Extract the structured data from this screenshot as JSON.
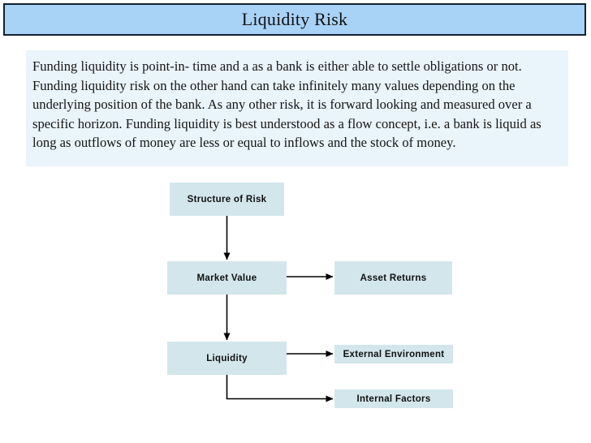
{
  "slide": {
    "title": "Liquidity Risk",
    "body_paragraph": "Funding liquidity is point-in- time and a as a bank is either able to settle obligations or not. Funding liquidity risk on the other hand can take infinitely many values depending on the underlying position of the bank. As any other risk, it is forward looking and measured over a specific horizon. Funding liquidity is best understood as a flow concept, i.e. a bank is liquid as long as outflows of money are less or equal to inflows and the stock of money."
  },
  "theme": {
    "title_bar_color": "#a9d2f7",
    "title_border_color": "#12222e",
    "body_panel_color": "#e9f4fb",
    "node_fill_color": "#d3e6ec",
    "connector_color": "#000000",
    "text_color": "#111111"
  },
  "diagram": {
    "type": "flowchart",
    "nodes": [
      {
        "id": "structure-of-risk",
        "label": "Structure of Risk"
      },
      {
        "id": "market-value",
        "label": "Market Value"
      },
      {
        "id": "asset-returns",
        "label": "Asset Returns"
      },
      {
        "id": "liquidity",
        "label": "Liquidity"
      },
      {
        "id": "external-environment",
        "label": "External Environment"
      },
      {
        "id": "internal-factors",
        "label": "Internal Factors"
      }
    ],
    "edges": [
      {
        "from": "structure-of-risk",
        "to": "market-value",
        "direction": "down"
      },
      {
        "from": "market-value",
        "to": "asset-returns",
        "direction": "right"
      },
      {
        "from": "market-value",
        "to": "liquidity",
        "direction": "down"
      },
      {
        "from": "liquidity",
        "to": "external-environment",
        "direction": "right"
      },
      {
        "from": "liquidity",
        "to": "internal-factors",
        "direction": "down-right"
      }
    ]
  }
}
